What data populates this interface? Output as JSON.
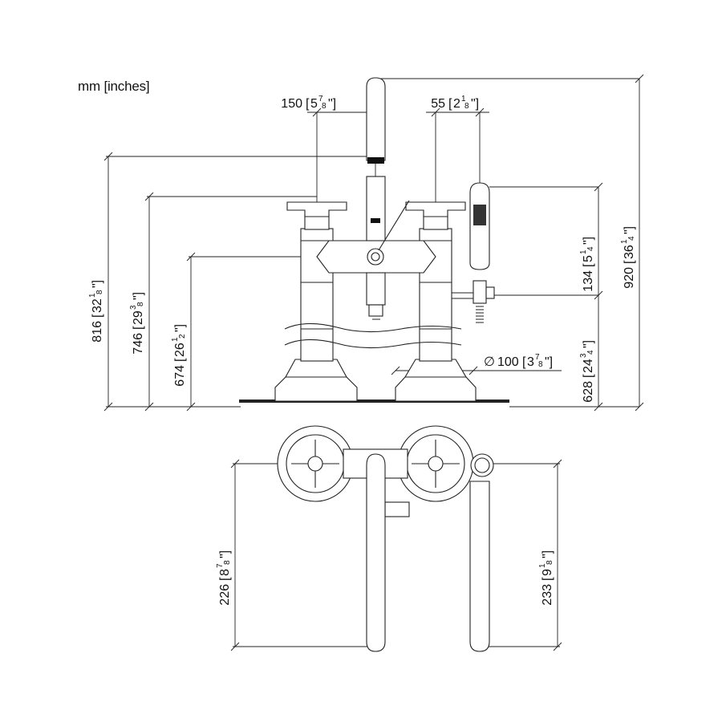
{
  "units_label": "mm [inches]",
  "dimensions": {
    "width_150": {
      "mm": "150",
      "whole": "5",
      "num": "7",
      "den": "8"
    },
    "width_55": {
      "mm": "55",
      "whole": "2",
      "num": "1",
      "den": "8"
    },
    "height_816": {
      "mm": "816",
      "whole": "32",
      "num": "1",
      "den": "8"
    },
    "height_746": {
      "mm": "746",
      "whole": "29",
      "num": "3",
      "den": "8"
    },
    "height_674": {
      "mm": "674",
      "whole": "26",
      "num": "1",
      "den": "2"
    },
    "height_920": {
      "mm": "920",
      "whole": "36",
      "num": "1",
      "den": "4"
    },
    "height_134": {
      "mm": "134",
      "whole": "5",
      "num": "1",
      "den": "4"
    },
    "height_628": {
      "mm": "628",
      "whole": "24",
      "num": "3",
      "den": "4"
    },
    "diameter_100": {
      "symbol": "∅",
      "mm": "100",
      "whole": "3",
      "num": "7",
      "den": "8"
    },
    "depth_226": {
      "mm": "226",
      "whole": "8",
      "num": "7",
      "den": "8"
    },
    "depth_233": {
      "mm": "233",
      "whole": "9",
      "num": "1",
      "den": "8"
    }
  }
}
